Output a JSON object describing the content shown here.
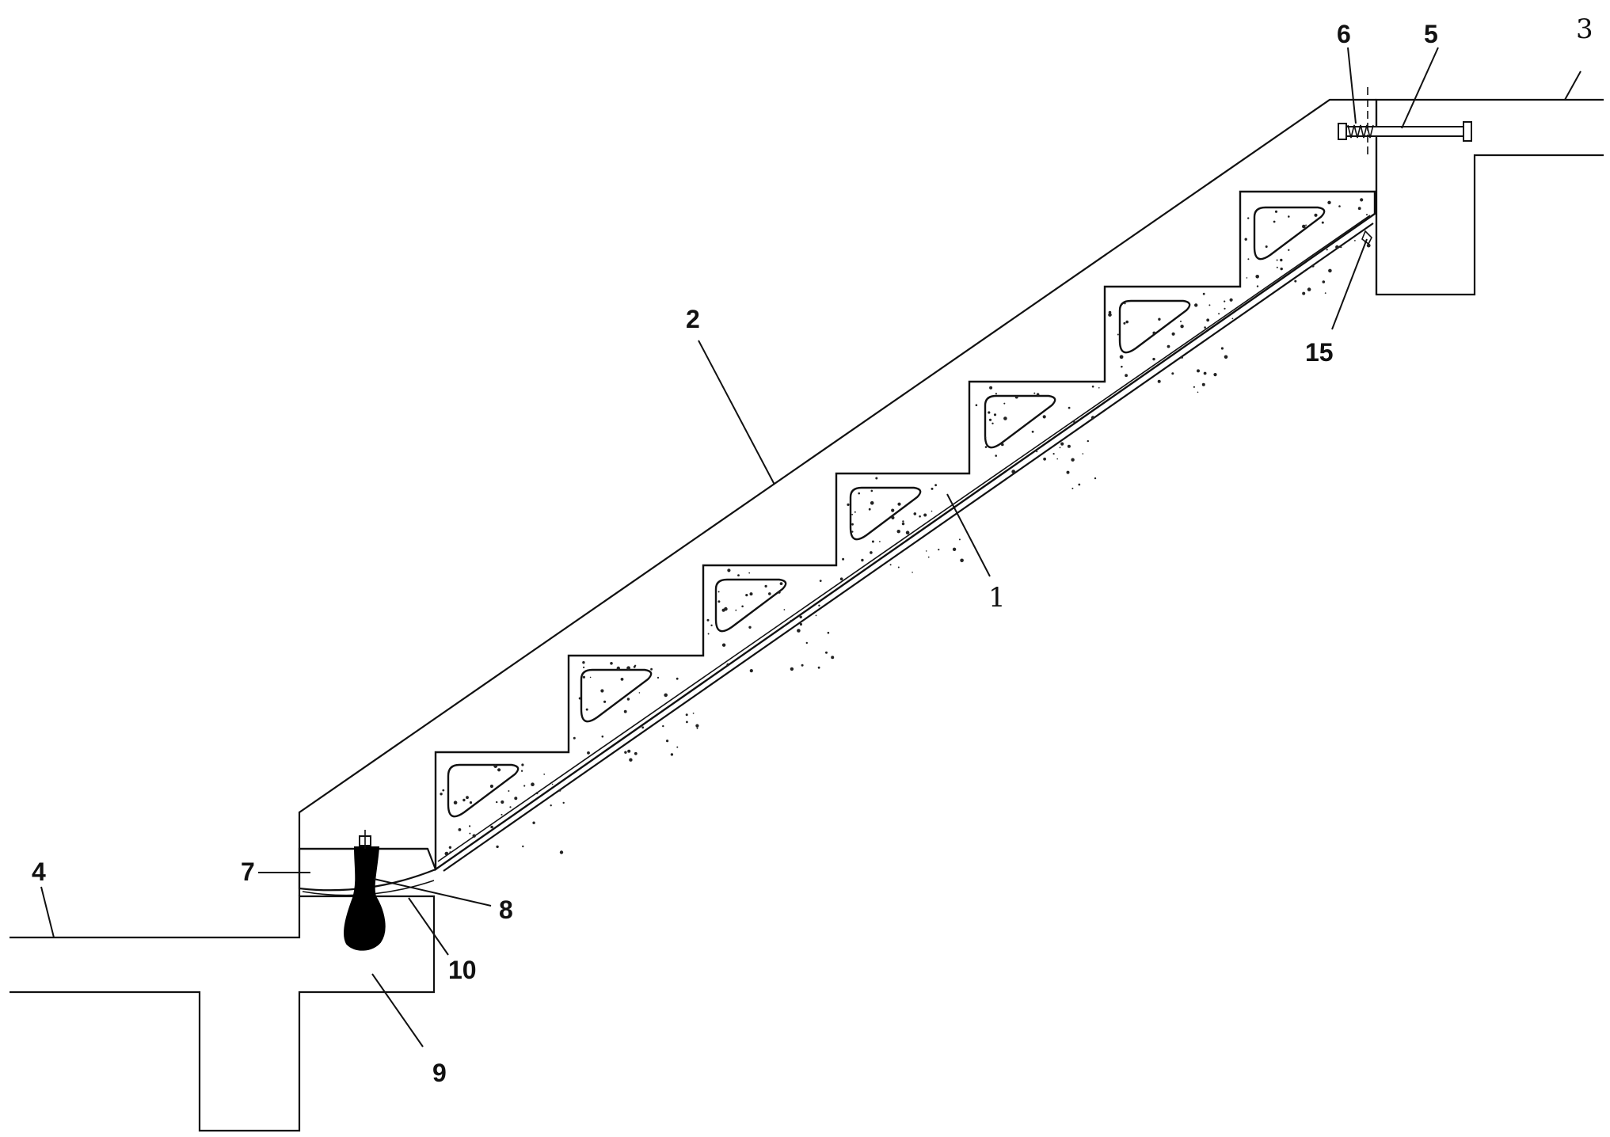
{
  "labels": {
    "stair_stringer": "1",
    "upper_slab": "2",
    "landing_top": "3",
    "floor_bottom": "4",
    "bolt": "5",
    "spring": "6",
    "bearing_pad": "7",
    "anchor": "8",
    "foundation": "9",
    "base_plate": "10",
    "corner_stop": "15"
  },
  "colors": {
    "line": "#111111",
    "fill": "#ffffff",
    "anchor_fill": "#000000"
  }
}
